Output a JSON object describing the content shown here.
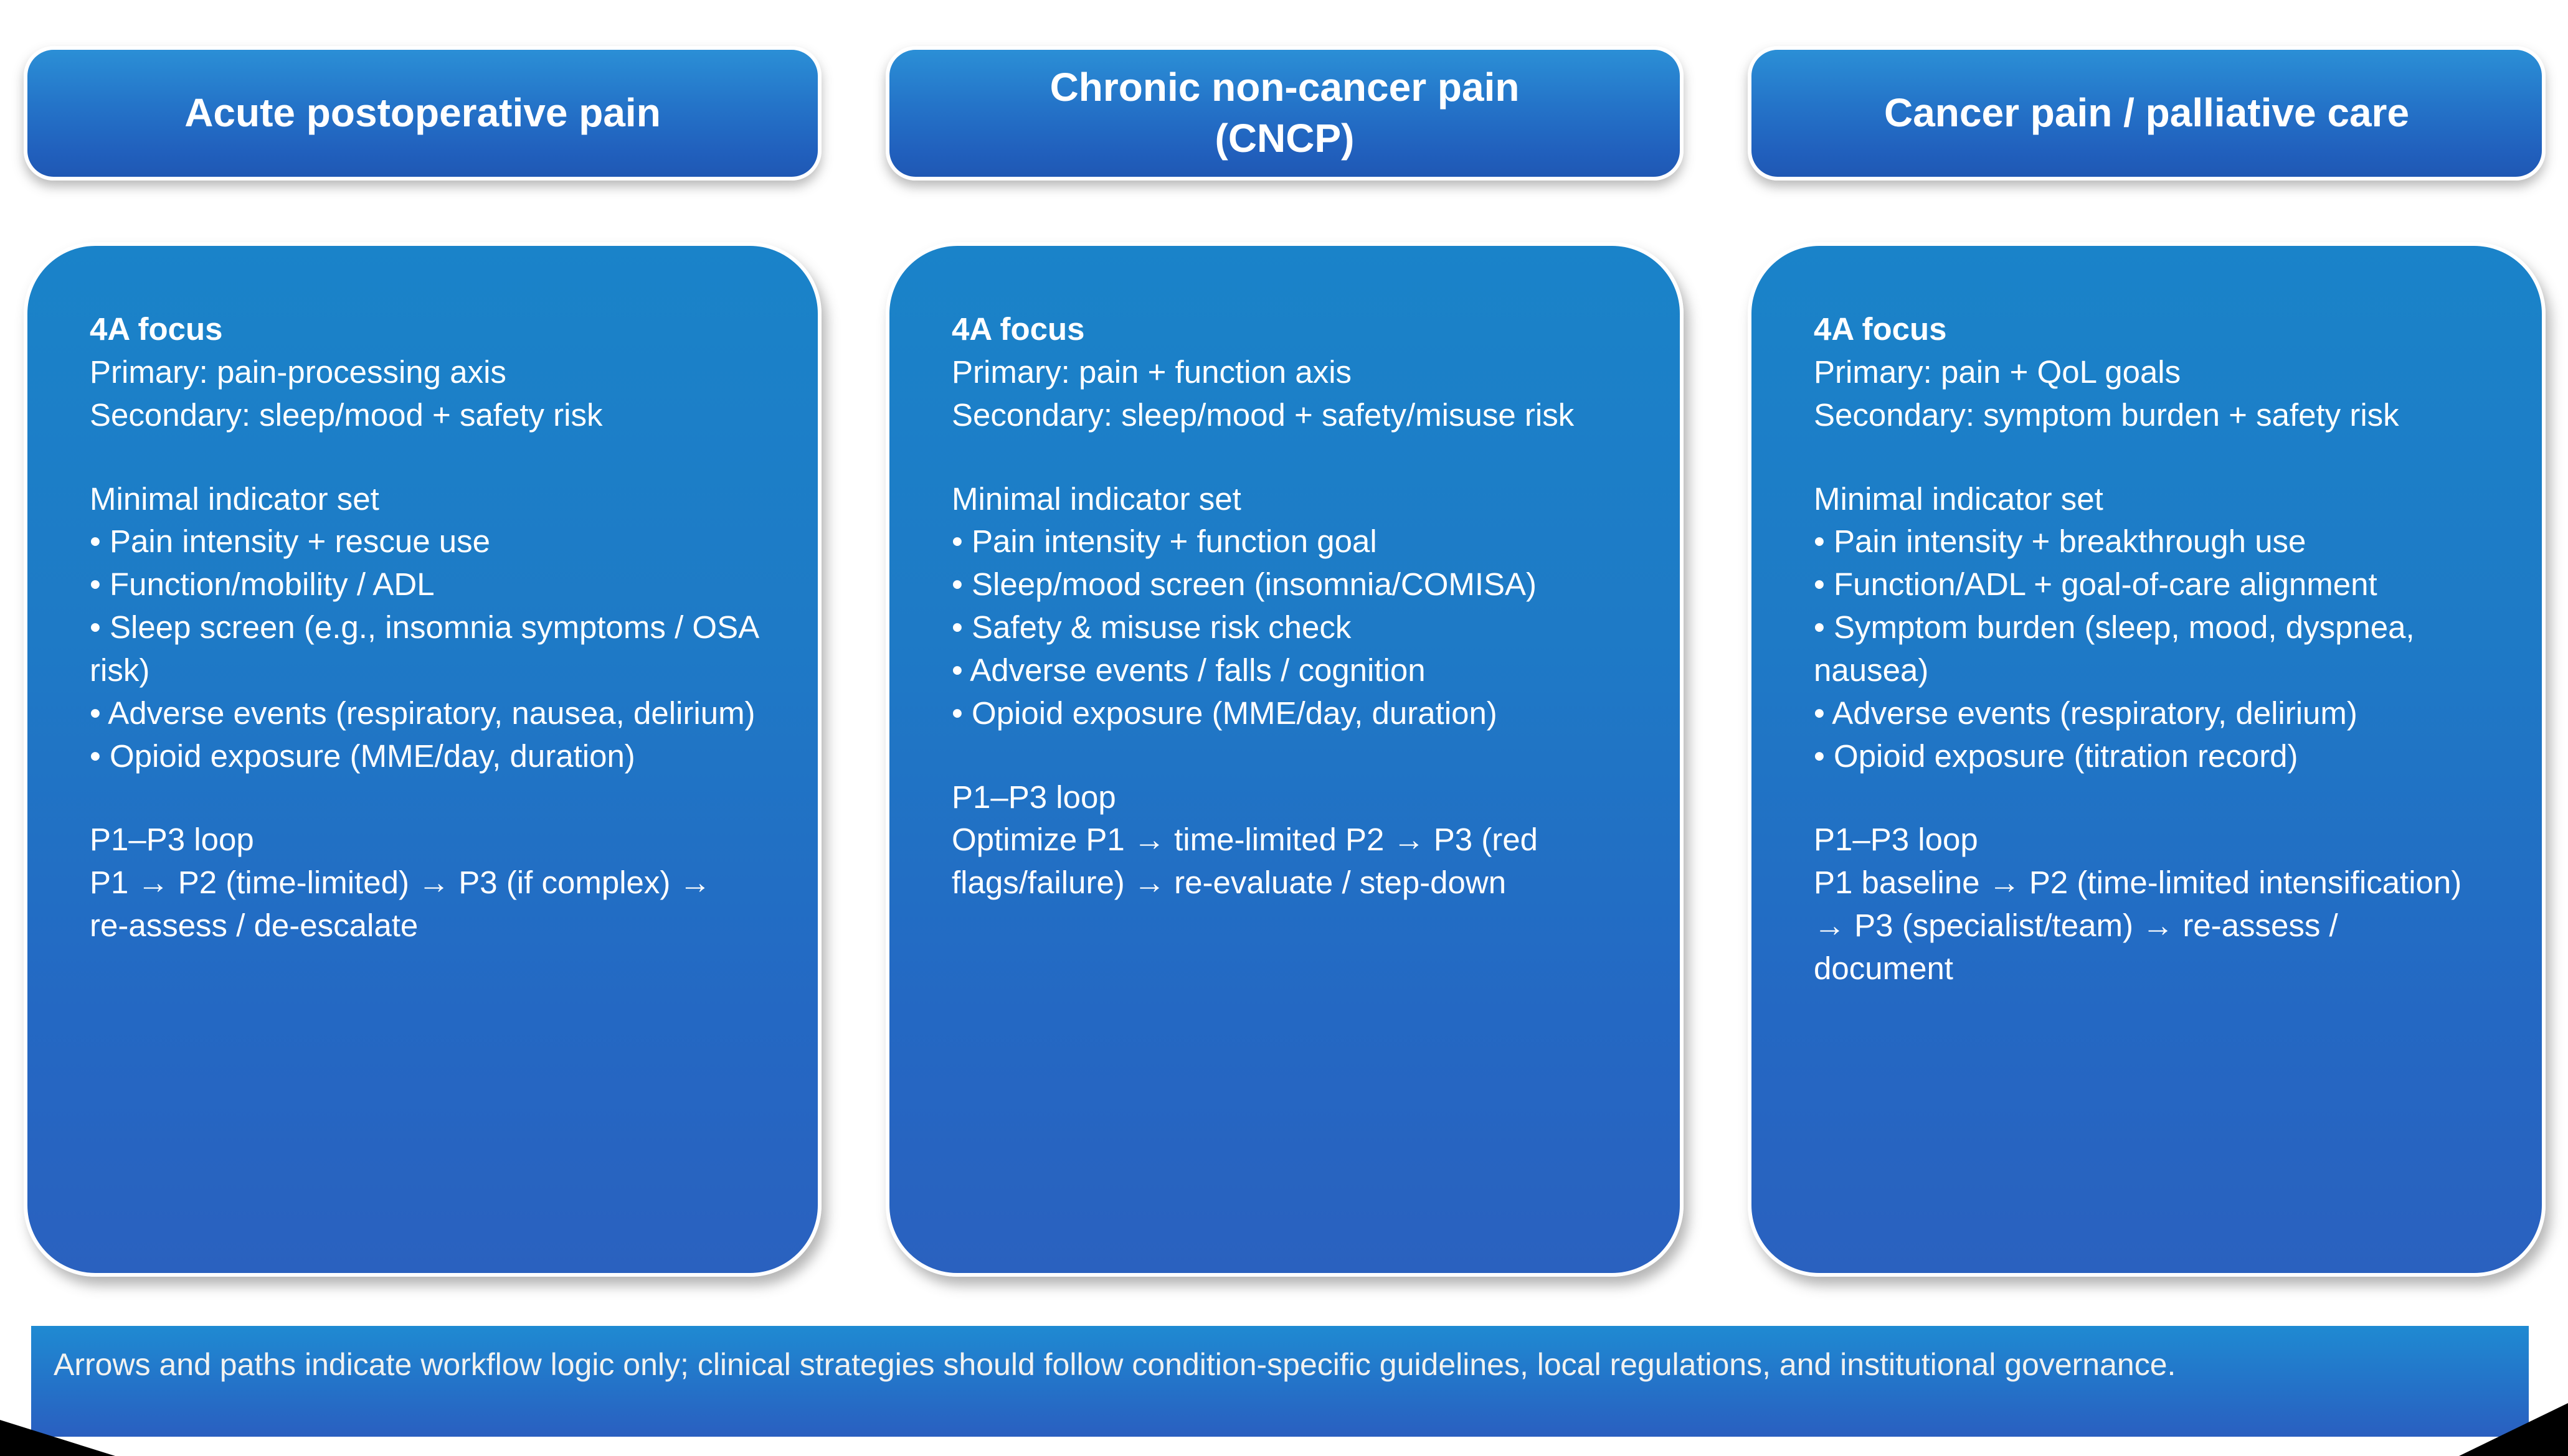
{
  "headers": [
    {
      "lines": [
        "Acute postoperative pain"
      ]
    },
    {
      "lines": [
        "Chronic non-cancer pain",
        "(CNCP)"
      ]
    },
    {
      "lines": [
        "Cancer pain / palliative care"
      ]
    }
  ],
  "columns": [
    {
      "focus_title": "4A focus",
      "focus_lines": [
        "Primary: pain-processing axis",
        "Secondary: sleep/mood + safety risk"
      ],
      "indicator_title": "Minimal indicator set",
      "indicators": [
        "• Pain intensity + rescue use",
        "• Function/mobility / ADL",
        "• Sleep screen (e.g., insomnia symptoms / OSA risk)",
        "• Adverse events (respiratory, nausea, delirium)",
        "• Opioid exposure (MME/day, duration)"
      ],
      "loop_title": "P1–P3 loop",
      "loop_text": "P1 → P2 (time-limited) → P3 (if complex) → re-assess / de-escalate"
    },
    {
      "focus_title": "4A focus",
      "focus_lines": [
        "Primary: pain + function axis",
        "Secondary: sleep/mood + safety/misuse risk"
      ],
      "indicator_title": "Minimal indicator set",
      "indicators": [
        "• Pain intensity + function goal",
        "• Sleep/mood screen (insomnia/COMISA)",
        "• Safety & misuse risk check",
        "• Adverse events / falls / cognition",
        "• Opioid exposure (MME/day, duration)"
      ],
      "loop_title": "P1–P3 loop",
      "loop_text": "Optimize P1 → time-limited P2 → P3 (red flags/failure) → re-evaluate / step-down"
    },
    {
      "focus_title": "4A focus",
      "focus_lines": [
        "Primary: pain + QoL goals",
        "Secondary: symptom burden + safety risk"
      ],
      "indicator_title": "Minimal indicator set",
      "indicators": [
        "• Pain intensity + breakthrough use",
        "• Function/ADL + goal-of-care alignment",
        "• Symptom burden (sleep, mood, dyspnea, nausea)",
        "• Adverse events (respiratory, delirium)",
        "• Opioid exposure (titration record)"
      ],
      "loop_title": "P1–P3 loop",
      "loop_text": "P1 baseline → P2 (time-limited intensification) → P3 (specialist/team) → re-assess / document"
    }
  ],
  "footer": {
    "note": "Arrows and paths indicate workflow logic only; clinical strategies should follow condition-specific guidelines, local regulations, and institutional governance."
  },
  "colors": {
    "box_gradient_top": "#1a83c9",
    "box_gradient_bottom": "#2a61bf",
    "header_gradient_top": "#2b8fd6",
    "header_gradient_bottom": "#1f58b4",
    "banner_gradient_top": "#1f8ad2",
    "banner_gradient_bottom": "#2a5fc0",
    "text": "#ffffff",
    "page_curl": "#000000"
  }
}
